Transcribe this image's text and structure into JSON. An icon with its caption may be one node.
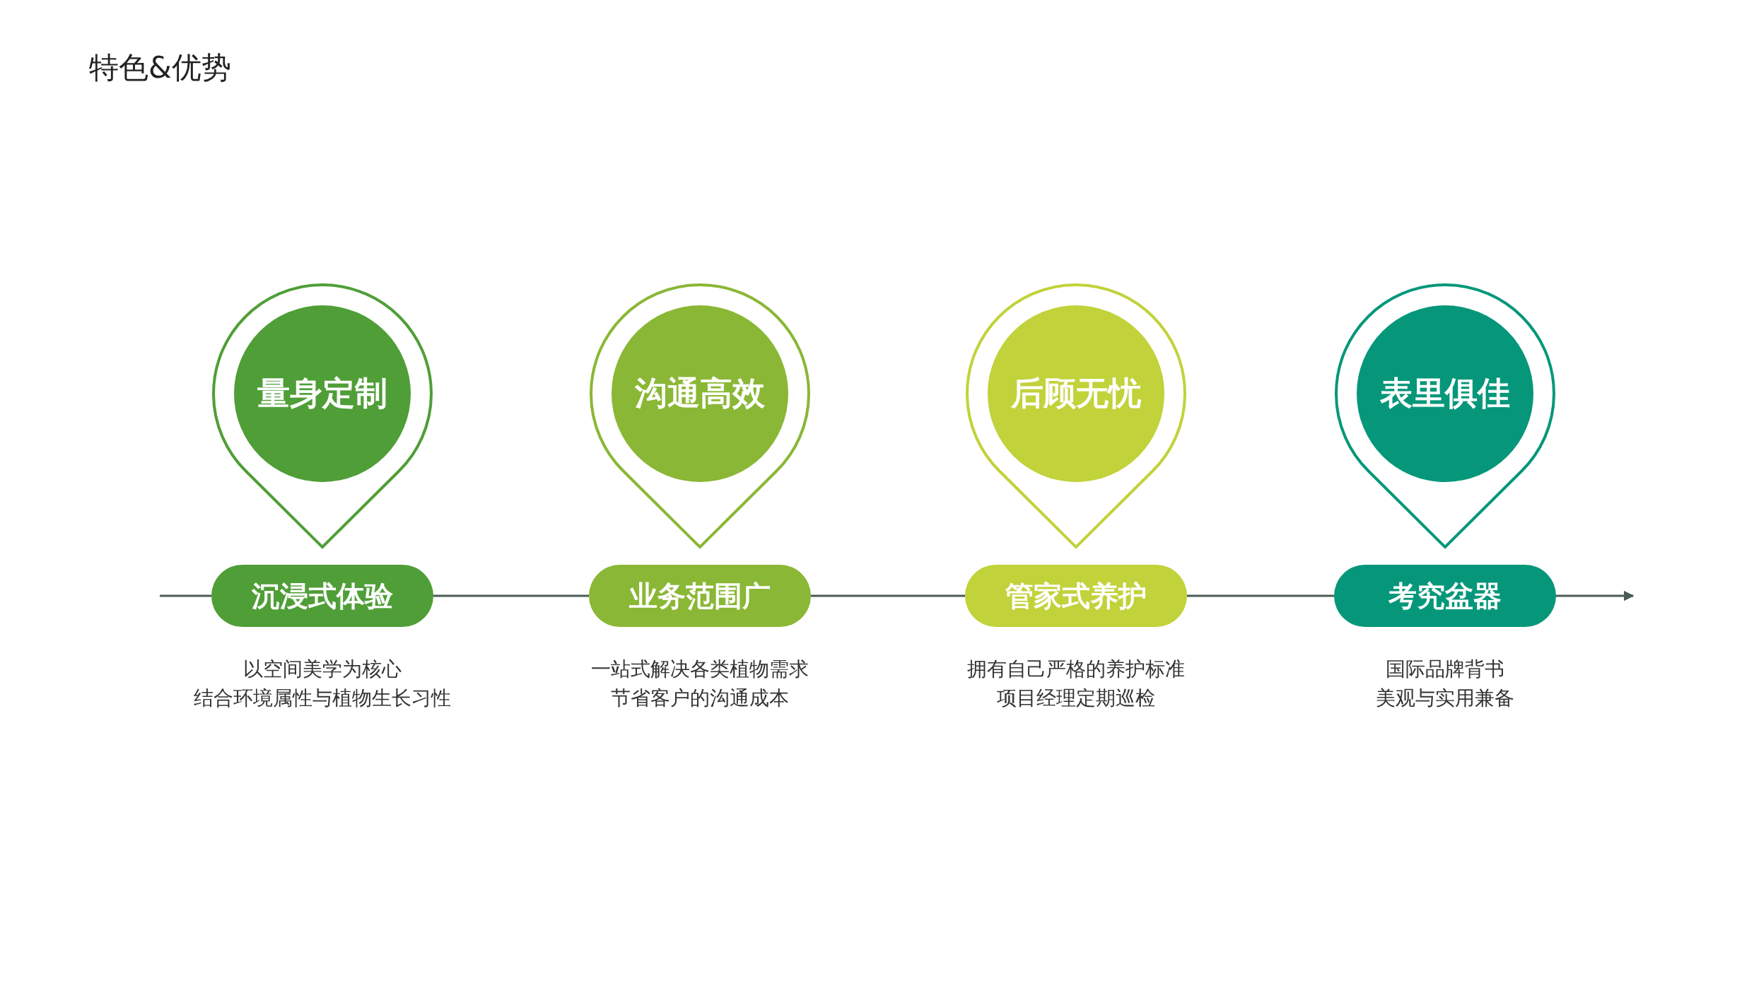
{
  "diagram": {
    "title": "特色&优势",
    "nodes": [
      {
        "text": [
          "量身定制"
        ]
      },
      {
        "text": [
          "沉浸式体验"
        ],
        "beside": [
          "以空间美学为核心",
          "结合环境属性与植物生长习性"
        ]
      },
      {
        "text": [
          "沟通高效"
        ]
      },
      {
        "text": [
          "业务范围广"
        ],
        "beside": [
          "一站式解决各类植物需求",
          "节省客户的沟通成本"
        ]
      },
      {
        "text": [
          "后顾无忧"
        ]
      },
      {
        "text": [
          "管家式养护"
        ],
        "beside": [
          "拥有自己严格的养护标准",
          "项目经理定期巡检"
        ]
      },
      {
        "text": [
          "表里俱佳"
        ]
      },
      {
        "text": [
          "考究盆器"
        ],
        "beside": [
          "国际品牌背书",
          "美观与实用兼备"
        ]
      }
    ],
    "edges": [
      {
        "from": null,
        "to": 1,
        "arrow": "none"
      },
      {
        "from": 1,
        "to": 3,
        "arrow": "none"
      },
      {
        "from": 3,
        "to": 5,
        "arrow": "none"
      },
      {
        "from": 5,
        "to": 7,
        "arrow": "none"
      },
      {
        "from": 7,
        "to": null,
        "arrow": "to"
      }
    ]
  }
}
